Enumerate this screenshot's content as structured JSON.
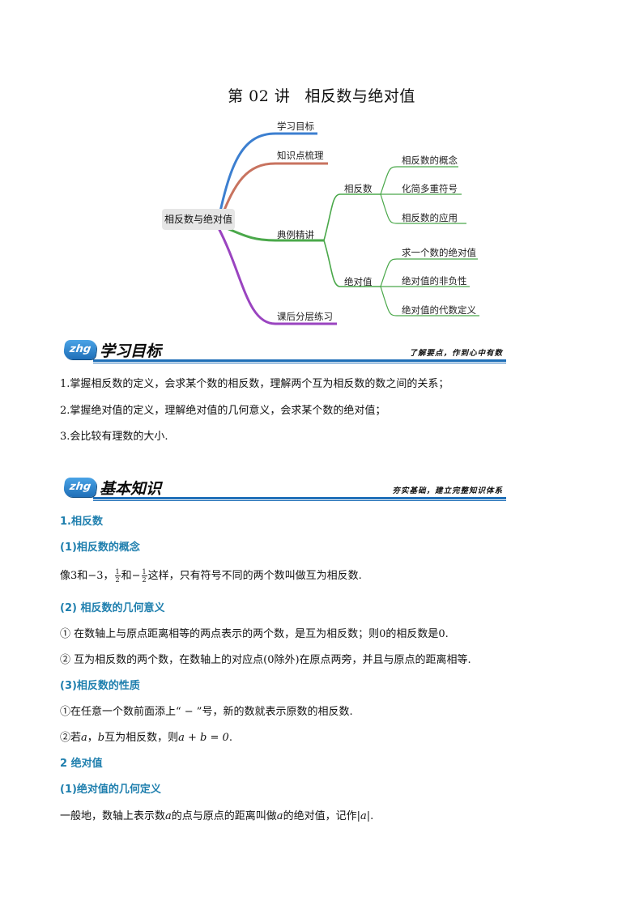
{
  "title": {
    "lecture": "第 02 讲",
    "topic": "相反数与绝对值"
  },
  "mindmap": {
    "root": "相反数与绝对值",
    "branches": [
      "学习目标",
      "知识点梳理",
      "典例精讲",
      "课后分层练习"
    ],
    "sub_branches": [
      "相反数",
      "绝对值"
    ],
    "opposite_items": [
      "相反数的概念",
      "化简多重符号",
      "相反数的应用"
    ],
    "absolute_items": [
      "求一个数的绝对值",
      "绝对值的非负性",
      "绝对值的代数定义"
    ],
    "colors": {
      "blue": "#3c7fd0",
      "red": "#c8735f",
      "green": "#4aa84a",
      "purple": "#9a44c0"
    }
  },
  "section1": {
    "badge": "zhg",
    "title": "学习目标",
    "slogan": "了解要点，作到心中有数",
    "goals": [
      "1.掌握相反数的定义，会求某个数的相反数，理解两个互为相反数的数之间的关系；",
      "2.掌握绝对值的定义，理解绝对值的几何意义，会求某个数的绝对值；",
      "3.会比较有理数的大小."
    ]
  },
  "section2": {
    "badge": "zhg",
    "title": "基本知识",
    "slogan": "夯实基础，建立完整知识体系",
    "h1": "1.相反数",
    "h1_1": "(1)相反数的概念",
    "concept": {
      "prefix": "像",
      "n1": "3",
      "and1": "和",
      "n2": "−3",
      "comma": "，",
      "frac_num": "1",
      "frac_den": "2",
      "and2": "和",
      "neg": "−",
      "suffix": "这样，只有符号不同的两个数叫做互为相反数."
    },
    "h1_2": "(2)  相反数的几何意义",
    "geo1": "①  在数轴上与原点距离相等的两点表示的两个数，是互为相反数；则0的相反数是0.",
    "geo2": "②  互为相反数的两个数，在数轴上的对应点(0除外)在原点两旁，并且与原点的距离相等.",
    "h1_3": "(3)相反数的性质",
    "prop1": "①在任意一个数前面添上“ − ”号，新的数就表示原数的相反数.",
    "prop2": {
      "prefix": "②若",
      "a": "a",
      "sep": "，",
      "b": "b",
      "mid": "互为相反数，则",
      "expr": "a + b = 0",
      "end": "."
    },
    "h2": "2  绝对值",
    "h2_1": "(1)绝对值的几何定义",
    "abs_def": {
      "p1": "一般地，数轴上表示数",
      "a1": "a",
      "p2": "的点与原点的距离叫做",
      "a2": "a",
      "p3": "的绝对值，记作",
      "abs": "|a|",
      "end": "."
    }
  }
}
